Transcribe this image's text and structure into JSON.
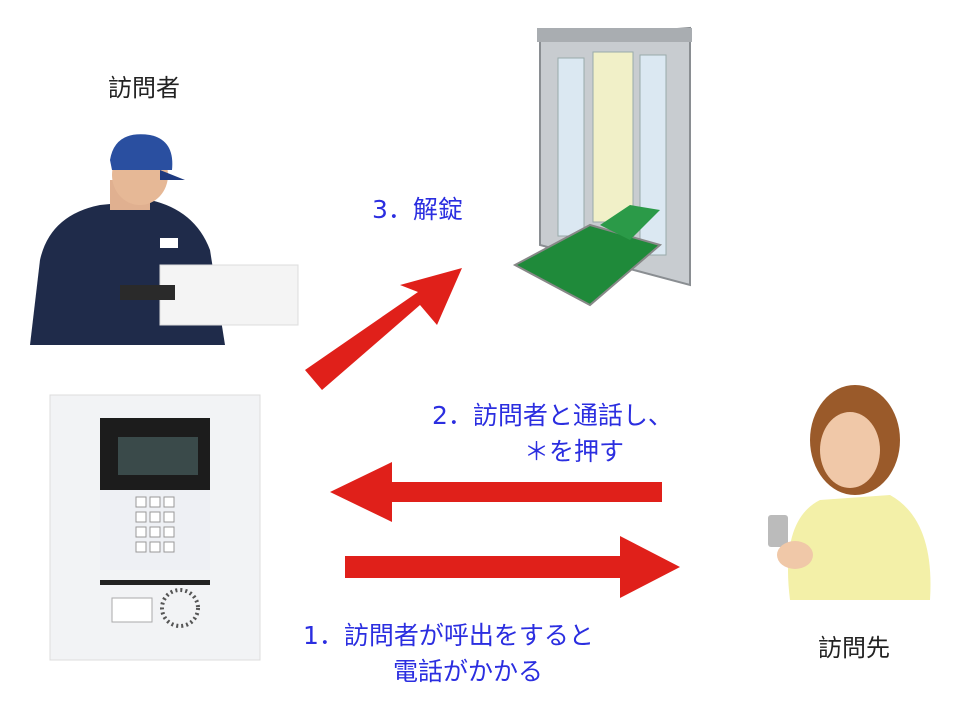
{
  "labels": {
    "visitor": "訪問者",
    "destination": "訪問先"
  },
  "steps": [
    {
      "line1": "1．訪問者が呼出をすると",
      "line2": "電話がかかる"
    },
    {
      "line1": "2．訪問者と通話し、",
      "line2": "＊を押す"
    },
    {
      "line1": "3．解錠"
    }
  ],
  "colors": {
    "arrow": "#e0201a",
    "step_text": "#2b2ee0",
    "door_mat": "#1f8a3a"
  }
}
